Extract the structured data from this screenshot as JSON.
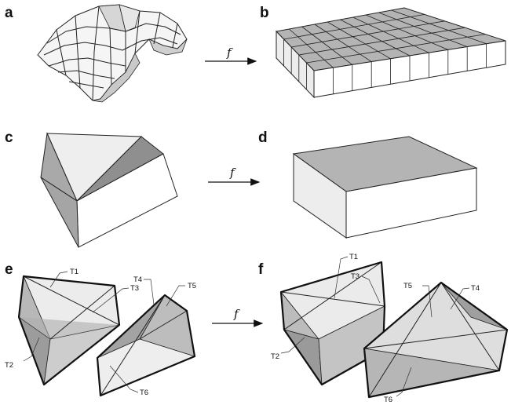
{
  "panels": {
    "a": "a",
    "b": "b",
    "c": "c",
    "d": "d",
    "e": "e",
    "f": "f"
  },
  "mapping_label": "f",
  "tetrahedra_left": [
    "T1",
    "T2",
    "T3",
    "T4",
    "T5",
    "T6"
  ],
  "tetrahedra_right": [
    "T1",
    "T2",
    "T3",
    "T4",
    "T5",
    "T6"
  ],
  "colors": {
    "light_face": "#f2f2f2",
    "mid_face": "#c8c8c8",
    "dark_face": "#9a9a9a",
    "box_top": "#b4b4b4",
    "grid_line": "#222222"
  }
}
